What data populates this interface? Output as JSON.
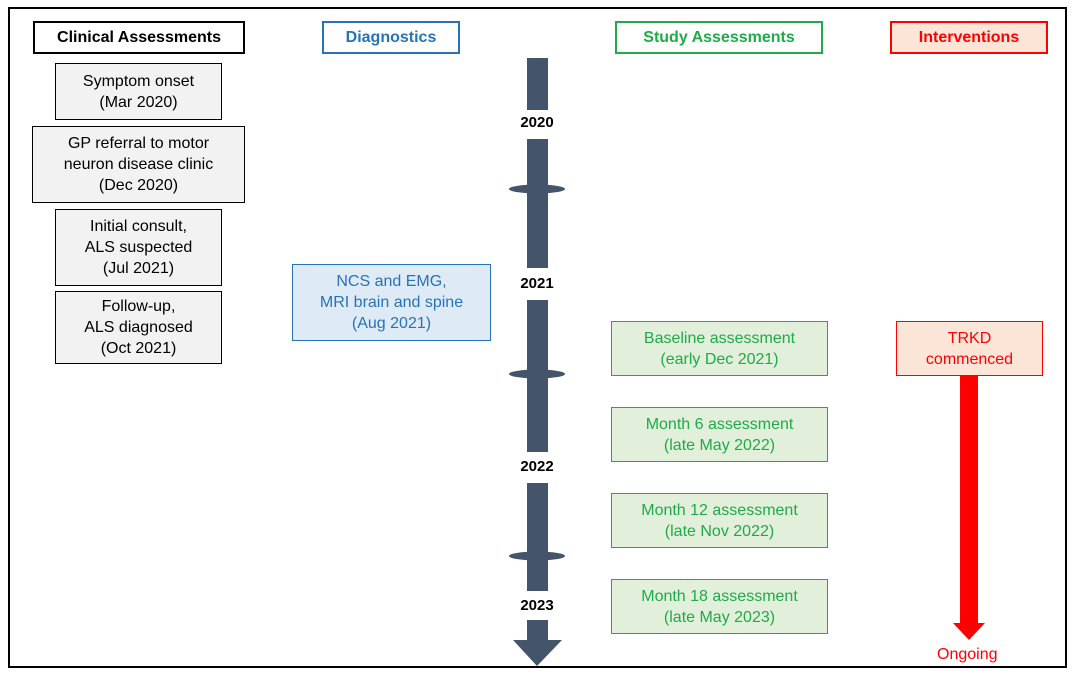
{
  "colors": {
    "clinical": "#000000",
    "diagnostics": "#2673b8",
    "study": "#1eab48",
    "interventions": "#ff0000",
    "timeline": "#44546a"
  },
  "headers": {
    "clinical": "Clinical Assessments",
    "diagnostics": "Diagnostics",
    "study": "Study Assessments",
    "interventions": "Interventions"
  },
  "clinical_items": [
    {
      "lines": [
        "Symptom onset",
        "(Mar 2020)"
      ]
    },
    {
      "lines": [
        "GP referral to motor",
        "neuron disease clinic",
        "(Dec 2020)"
      ]
    },
    {
      "lines": [
        "Initial consult,",
        "ALS suspected",
        "(Jul 2021)"
      ]
    },
    {
      "lines": [
        "Follow-up,",
        "ALS diagnosed",
        "(Oct 2021)"
      ]
    }
  ],
  "diagnostics_item": {
    "lines": [
      "NCS and EMG,",
      "MRI brain and spine",
      "(Aug 2021)"
    ]
  },
  "study_items": [
    {
      "lines": [
        "Baseline assessment",
        "(early Dec 2021)"
      ]
    },
    {
      "lines": [
        "Month 6 assessment",
        "(late May 2022)"
      ]
    },
    {
      "lines": [
        "Month 12 assessment",
        "(late Nov 2022)"
      ]
    },
    {
      "lines": [
        "Month 18 assessment",
        "(late May 2023)"
      ]
    }
  ],
  "intervention_item": {
    "lines": [
      "TRKD",
      "commenced"
    ]
  },
  "intervention_end": "Ongoing",
  "years": [
    "2020",
    "2021",
    "2022",
    "2023"
  ]
}
